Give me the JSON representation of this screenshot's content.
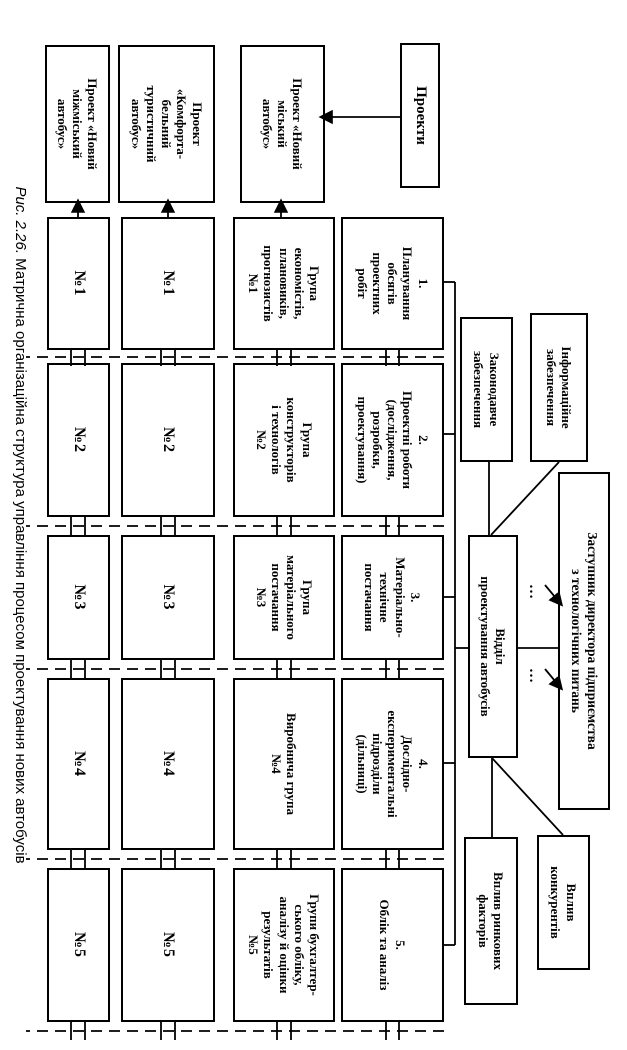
{
  "caption": {
    "number": "Рис. 2.26.",
    "text": "Матрична організаційна структура управління процесом проектування нових автобусів"
  },
  "projects_label": "Проекти",
  "projects": [
    "Проект «Новий\nміський\nавтобус»",
    "Проект\n«Комфорта-\nбельний\nтуристичний\nавтобус»",
    "Проект «Новий\nміжміський\nавтобус»"
  ],
  "departments": [
    "1.\nПланування\nобсягів\nпроектних\nробіт",
    "2.\nПроектні роботи\n(дослідження,\nрозробки,\nпроектування)",
    "3.\nМатеріально-\nтехнічне\nпостачання",
    "4.\nДослідно-\nекспериментальні\nпідрозділи\n(дільниці)",
    "5.\nОблік та аналіз"
  ],
  "groups": [
    "Група\nекономістів,\nплановиків,\nпрогнозистів\n№1",
    "Група\nконструкторів\nі технологів\n№2",
    "Група\nматеріального\nпостачання\n№3",
    "Виробнича група\n№4",
    "Групи бухгалтер-\nського обліку,\nаналізу й оцінки\nрезультатів\n№5"
  ],
  "matrix": {
    "row2": [
      "№1",
      "№2",
      "№3",
      "№4",
      "№5"
    ],
    "row3": [
      "№1",
      "№2",
      "№3",
      "№4",
      "№5"
    ]
  },
  "management": {
    "deputy_director": "Заступник директора підприємства\nз технологічних питань",
    "design_department": "Відділ\nпроектування автобусів",
    "legislative_support": "Законодавче\nзабезпечення",
    "information_support": "Інформаційне\nзабезпечення",
    "market_factors": "Вплив ринкових\nфакторів",
    "competitors": "Вплив\nконкурентів",
    "ellipsis": "…"
  }
}
